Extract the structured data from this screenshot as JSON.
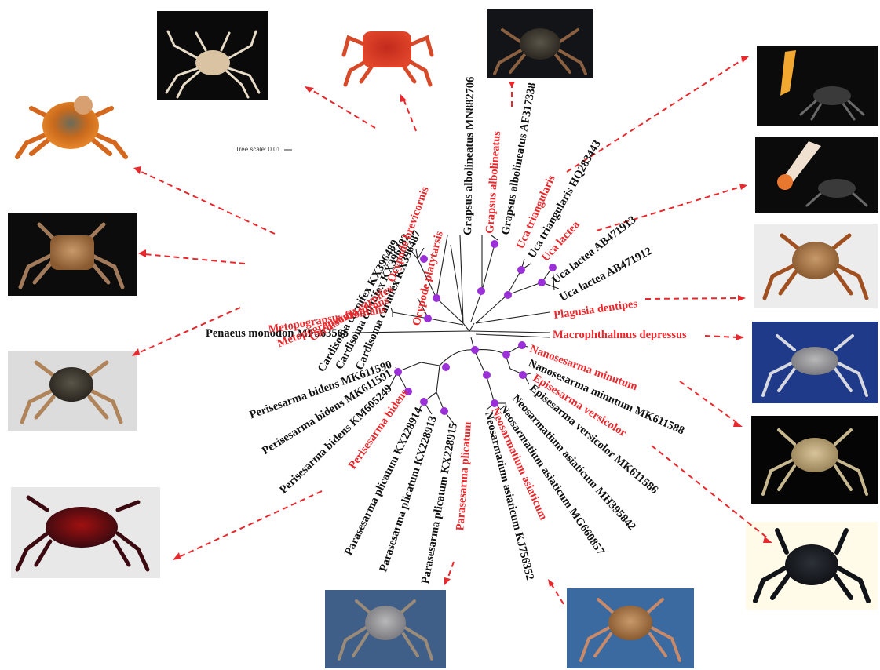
{
  "tree_scale": "Tree scale: 0.01",
  "root_label": "Penaeus monodon MF563565",
  "labels": {
    "cardisoma_kx396489": "Cardisoma carnifex KX396489",
    "cardisoma_kx396482": "Cardisoma carnifex KX396482",
    "cardisoma_kx396487": "Cardisoma carnifex KX396487",
    "ocypode_brevicornis": "Ocypode brevicornis",
    "ocypode_platytarsis": "Ocypode platytarsis",
    "grapsus_mn882706": "Grapsus albolineatus MN882706",
    "grapsus_species": "Grapsus albolineatus",
    "grapsus_af317338": "Grapsus albolineatus AF317338",
    "uca_triangularis": "Uca triangularis",
    "uca_triangularis_hq283443": "Uca triangularis HQ283443",
    "uca_lactea": "Uca lactea",
    "uca_lactea_ab471913": "Uca lactea AB471913",
    "uca_lactea_ab471912": "Uca lactea AB471912",
    "plagusia_dentipes": "Plagusia dentipes",
    "macrophthalmus_depressus": "Macrophthalmus depressus",
    "nanosesarma_minutum": "Nanosesarma minutum",
    "nanosesarma_mk611588": "Nanosesarma minutum MK611588",
    "episesarma_versicolor": "Episesarma versicolor",
    "episesarma_mk611586": "Episesarma versicolor MK611586",
    "neosarmatium_mh395842": "Neosarmatium asiaticum MH395842",
    "neosarmatium_mg660857": "Neosarmatium asiaticum MG660857",
    "neosarmatium_asiaticum": "Neosarmatium asiaticum",
    "neosarmatium_kj756352": "Neosarmatium asiaticum KJ756352",
    "parasesarma_plicatum": "Parasesarma plicatum",
    "parasesarma_kx228915": "Parasesarma plicatum KX228915",
    "parasesarma_kx228913": "Parasesarma plicatum KX228913",
    "parasesarma_kx228914": "Parasesarma plicatum KX228914",
    "perisesarma_bidens": "Perisesarma bidens",
    "perisesarma_km605249": "Perisesarma bidens KM605249",
    "perisesarma_mk611591": "Perisesarma bidens MK611591",
    "perisesarma_mk611590": "Perisesarma bidens MK611590",
    "metopograpsus_frontalis": "Metopograpsus frontalis",
    "metopograpsus_latifrons": "Metopograpsus latifrons",
    "cardisoma_carnifex": "Cardisoma carnifex"
  },
  "colors": {
    "highlight": "#e8282c",
    "node": "#9b30d9",
    "branch": "#222222"
  },
  "photos": [
    "ocypode-brevicornis-photo",
    "ocypode-platytarsis-photo",
    "grapsus-albolineatus-photo",
    "cardisoma-carnifex-photo",
    "metopograpsus-latifrons-photo",
    "metopograpsus-frontalis-photo",
    "perisesarma-bidens-photo",
    "parasesarma-plicatum-photo",
    "neosarmatium-asiaticum-photo",
    "uca-triangularis-photo",
    "uca-lactea-photo",
    "plagusia-dentipes-photo",
    "macrophthalmus-depressus-photo",
    "nanosesarma-minutum-photo",
    "episesarma-versicolor-photo"
  ]
}
